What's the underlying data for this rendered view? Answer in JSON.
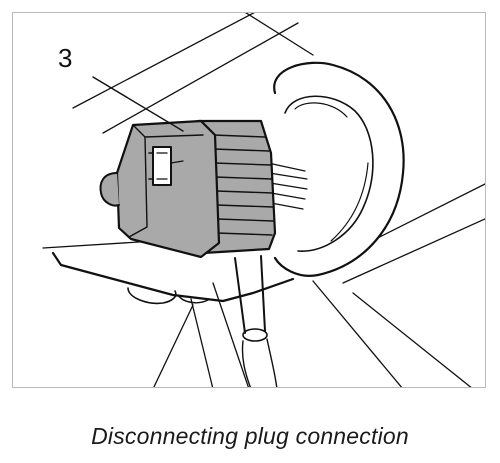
{
  "figure": {
    "callout_number": "3",
    "caption": "Disconnecting plug connection"
  },
  "colors": {
    "connector_fill": "#a9a9a9",
    "line": "#111111",
    "frame_border": "#b9b9b9"
  },
  "icons": {
    "connector": "plug-connector-illustration"
  }
}
